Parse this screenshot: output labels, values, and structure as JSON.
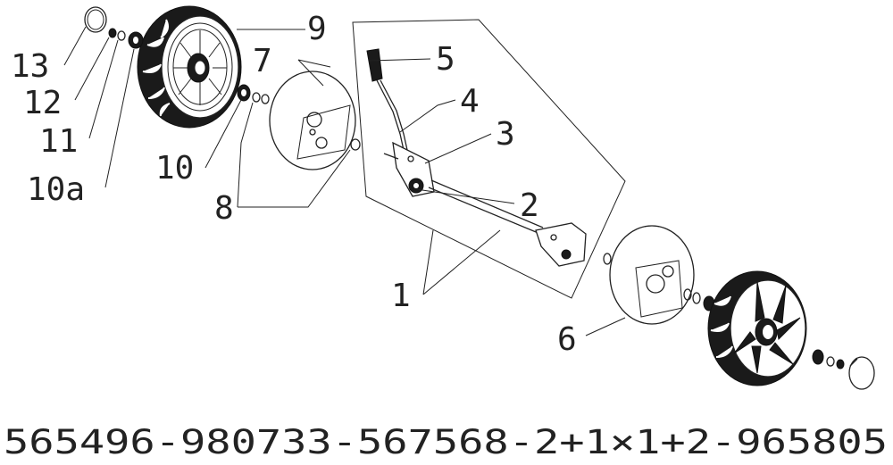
{
  "callouts": {
    "c1": "1",
    "c2": "2",
    "c3": "3",
    "c4": "4",
    "c5": "5",
    "c6": "6",
    "c7": "7",
    "c8": "8",
    "c9": "9",
    "c10": "10",
    "c10a": "10a",
    "c11": "11",
    "c12": "12",
    "c13": "13"
  },
  "footer": {
    "code": "565496-980733-567568-2+1×1+2-965805"
  },
  "icons": {
    "wheel": "tire-tread-wheel-icon",
    "plate": "hubcap-plate-icon",
    "lever": "height-adjust-lever-icon"
  }
}
